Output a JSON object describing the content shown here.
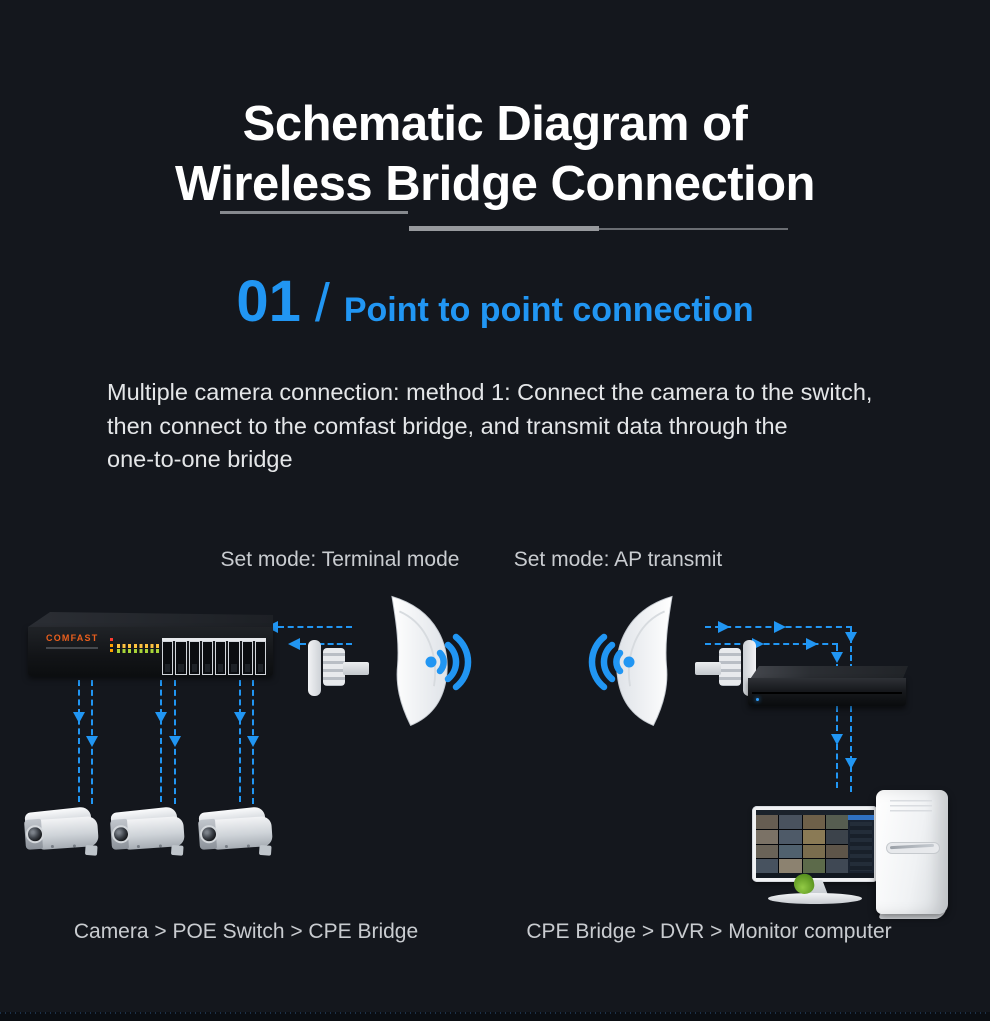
{
  "page": {
    "background": "#14171d",
    "accent_blue": "#2196f3",
    "bottom_strip_color": "#0b0e13"
  },
  "header": {
    "title_line1": "Schematic Diagram of",
    "title_line2": "Wireless Bridge Connection"
  },
  "section": {
    "number": "01",
    "separator": "/",
    "heading": "Point to point connection",
    "heading_color": "#2196f3"
  },
  "description": {
    "line1": "Multiple camera connection: method 1: Connect the camera to the switch,",
    "line2": "then connect to the comfast bridge, and transmit data through the",
    "line3": "one-to-one bridge"
  },
  "diagram": {
    "left_mode_label": "Set mode: Terminal mode",
    "right_mode_label": "Set mode: AP transmit",
    "switch": {
      "brand": "COMFAST",
      "brand_color": "#ea5f1d",
      "port_count": 8
    },
    "left_flow_label": "Camera > POE Switch > CPE Bridge",
    "right_flow_label": "CPE Bridge > DVR > Monitor computer"
  },
  "monitor": {
    "sidebar_header_color": "#2f72c4",
    "cells": [
      "#665d52",
      "#49525e",
      "#6e6049",
      "#565d50",
      "#7b7266",
      "#4e5a68",
      "#8a7a55",
      "#3c434b",
      "#6a6358",
      "#50616e",
      "#7a6d4e",
      "#5e5549",
      "#47525f",
      "#8c8270",
      "#5c6a4a",
      "#3f4854"
    ]
  },
  "icons": {
    "wifi_left": "wifi-signal-icon",
    "wifi_right": "wifi-signal-icon"
  }
}
